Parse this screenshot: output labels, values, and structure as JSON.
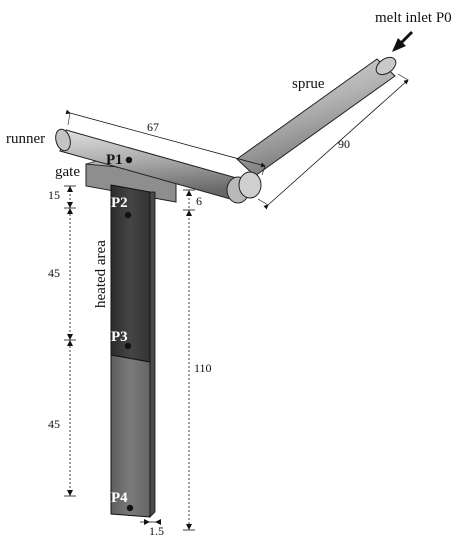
{
  "labels": {
    "melt_inlet": "melt inlet P0",
    "sprue": "sprue",
    "runner": "runner",
    "gate": "gate",
    "heated_area": "heated area"
  },
  "points": {
    "p1": "P1",
    "p2": "P2",
    "p3": "P3",
    "p4": "P4"
  },
  "dimensions": {
    "runner_length": "67",
    "sprue_length": "90",
    "gate_top": "15",
    "gate_depth": "6",
    "section_upper": "45",
    "section_lower": "45",
    "total_length": "110",
    "thickness": "1.5"
  },
  "colors": {
    "heated_area": "#3a3a3a",
    "lower_strip": "#6e6e6e",
    "pipe": "#a9a9a9",
    "gate_block": "#8a8a8a",
    "line": "#111111"
  }
}
